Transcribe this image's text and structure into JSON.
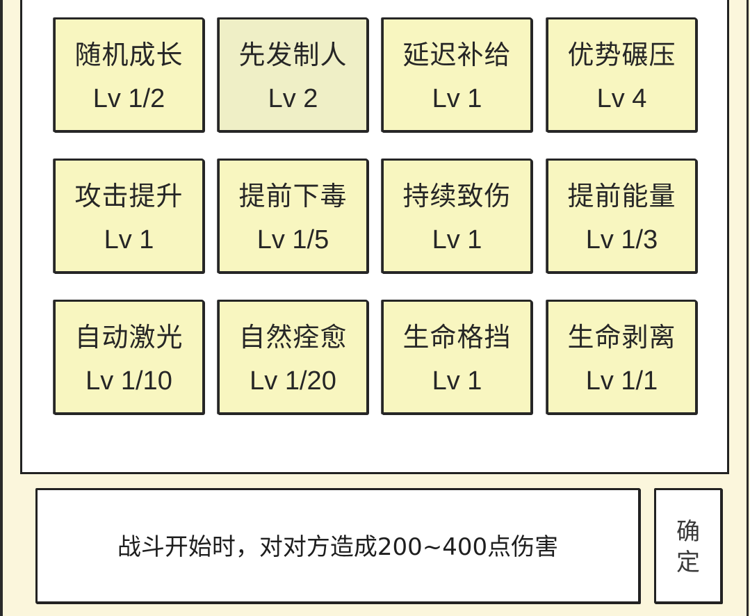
{
  "skills": [
    {
      "name": "随机成长",
      "level": "Lv 1/2"
    },
    {
      "name": "先发制人",
      "level": "Lv 2"
    },
    {
      "name": "延迟补给",
      "level": "Lv 1"
    },
    {
      "name": "优势碾压",
      "level": "Lv 4"
    },
    {
      "name": "攻击提升",
      "level": "Lv 1"
    },
    {
      "name": "提前下毒",
      "level": "Lv 1/5"
    },
    {
      "name": "持续致伤",
      "level": "Lv 1"
    },
    {
      "name": "提前能量",
      "level": "Lv 1/3"
    },
    {
      "name": "自动激光",
      "level": "Lv 1/10"
    },
    {
      "name": "自然痊愈",
      "level": "Lv 1/20"
    },
    {
      "name": "生命格挡",
      "level": "Lv 1"
    },
    {
      "name": "生命剥离",
      "level": "Lv 1/1"
    }
  ],
  "description": {
    "text": "战斗开始时，对对方造成200~400点伤害"
  },
  "confirm": {
    "label": "确定"
  },
  "colors": {
    "card_bg": "#f8f6c0",
    "card_selected_bg": "#efefc6",
    "page_bg": "#fbf6dc",
    "outline": "#262626"
  }
}
